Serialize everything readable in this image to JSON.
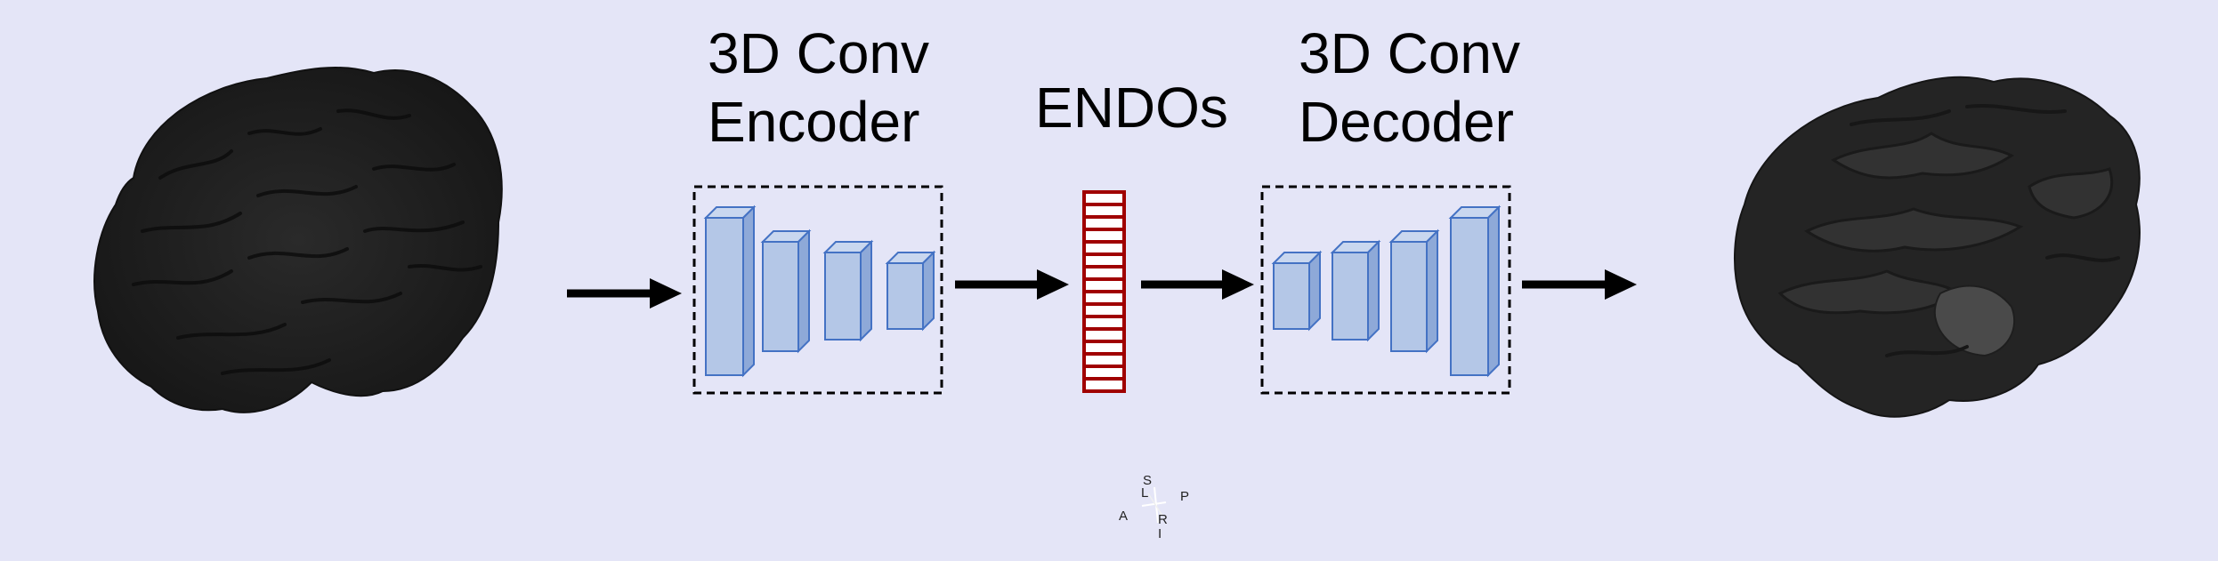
{
  "labels": {
    "encoder_line1": "3D Conv",
    "encoder_line2": "Encoder",
    "latent": "ENDOs",
    "decoder_line1": "3D Conv",
    "decoder_line2": "Decoder"
  },
  "orientation": {
    "superior": "S",
    "left": "L",
    "posterior": "P",
    "anterior": "A",
    "right": "R",
    "inferior": "I"
  },
  "icons": {
    "input_brain": "brain-input-icon",
    "output_brain": "brain-output-icon"
  },
  "colors": {
    "background": "#e4e5f7",
    "block_fill": "#b4c7e7",
    "block_stroke": "#4472c4",
    "latent_stroke": "#a00000",
    "arrow": "#000000",
    "brain": "#1e1e1e"
  },
  "latent_cells": 16
}
